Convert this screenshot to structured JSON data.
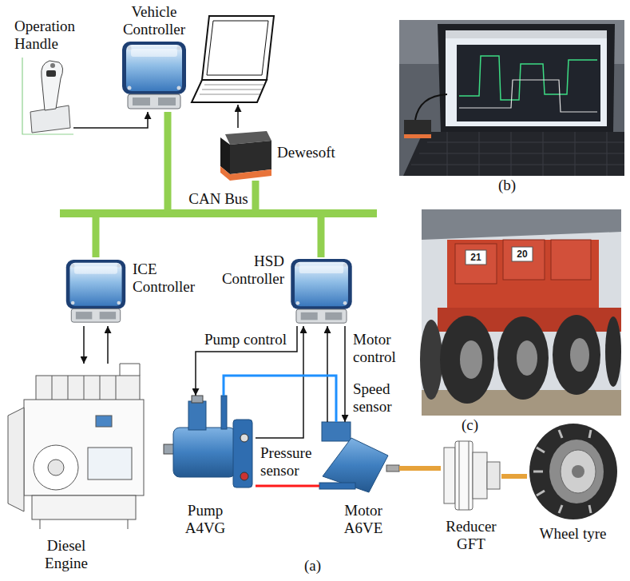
{
  "diagram": {
    "nodes": [
      {
        "text": [
          "Operation Handle"
        ]
      },
      {
        "text": [
          "Vehicle Controller"
        ]
      },
      {
        "text": [
          "Dewesoft"
        ]
      },
      {
        "text": [
          "CAN Bus"
        ]
      },
      {
        "text": [
          "ICE Controller"
        ]
      },
      {
        "text": [
          "HSD Controller"
        ]
      },
      {
        "text": [
          "Diesel Engine"
        ]
      },
      {
        "text": [
          "Pump A4VG"
        ]
      },
      {
        "text": [
          "Motor A6VE"
        ]
      },
      {
        "text": [
          "Reducer GFT"
        ]
      },
      {
        "text": [
          "Wheel tyre"
        ]
      }
    ],
    "edges": [
      {
        "from": 0,
        "to": 1,
        "arrow": "to"
      },
      {
        "from": 1,
        "to": 3,
        "arrow": "none"
      },
      {
        "from": 2,
        "to": 3,
        "arrow": "none"
      },
      {
        "from": 3,
        "to": 4,
        "arrow": "none"
      },
      {
        "from": 3,
        "to": 5,
        "arrow": "none"
      },
      {
        "from": 4,
        "to": 6,
        "arrow": "to"
      },
      {
        "from": 6,
        "to": 4,
        "arrow": "to"
      },
      {
        "from": 5,
        "to": 7,
        "label": "Pump control",
        "arrow": "to"
      },
      {
        "from": 7,
        "to": 5,
        "label": "Pressure sensor",
        "arrow": "to"
      },
      {
        "from": 8,
        "to": 5,
        "label": "Speed sensor",
        "arrow": "to"
      },
      {
        "from": 5,
        "to": 8,
        "label": "Motor control",
        "arrow": "to"
      },
      {
        "from": 7,
        "to": 8,
        "arrow": "none"
      },
      {
        "from": 7,
        "to": 8,
        "arrow": "none"
      },
      {
        "from": 8,
        "to": 9,
        "arrow": "none"
      },
      {
        "from": 9,
        "to": 10,
        "arrow": "none"
      }
    ],
    "labels": [
      "(b)",
      "21",
      "20",
      "(c)",
      "(a)"
    ]
  }
}
